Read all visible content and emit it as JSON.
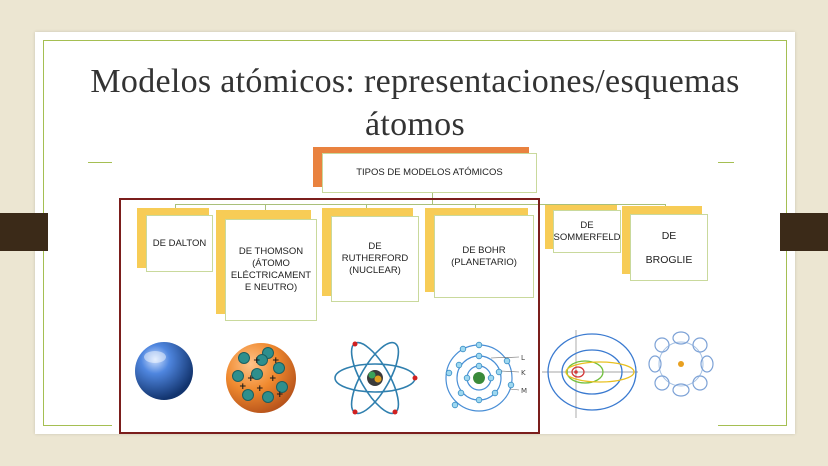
{
  "slide": {
    "title": "Modelos atómicos: representaciones/esquemas átomos"
  },
  "diagram": {
    "root": "TIPOS DE MODELOS ATÓMICOS",
    "models": [
      {
        "id": "dalton",
        "label": "DE DALTON"
      },
      {
        "id": "thomson",
        "label": "DE THOMSON\n(ÁTOMO\nELÉCTRICAMENT\nE NEUTRO)"
      },
      {
        "id": "rutherford",
        "label": "DE\nRUTHERFORD\n(NUCLEAR)"
      },
      {
        "id": "bohr",
        "label": "DE BOHR\n(PLANETARIO)"
      },
      {
        "id": "sommerfeld",
        "label": "DE\nSOMMERFELD"
      },
      {
        "id": "broglie",
        "label": "DE\n\nBROGLIE"
      }
    ],
    "bohr_shell_labels": [
      "L",
      "K",
      "M"
    ]
  },
  "colors": {
    "slide_accent": "#a5bf52",
    "root_tab": "#e9823f",
    "model_tab": "#f7cc56",
    "highlight_border": "#7b1e1c"
  },
  "icons": [
    "dalton-sphere-icon",
    "thomson-pudding-icon",
    "rutherford-atom-icon",
    "bohr-atom-icon",
    "sommerfeld-orbits-icon",
    "broglie-wave-icon"
  ]
}
